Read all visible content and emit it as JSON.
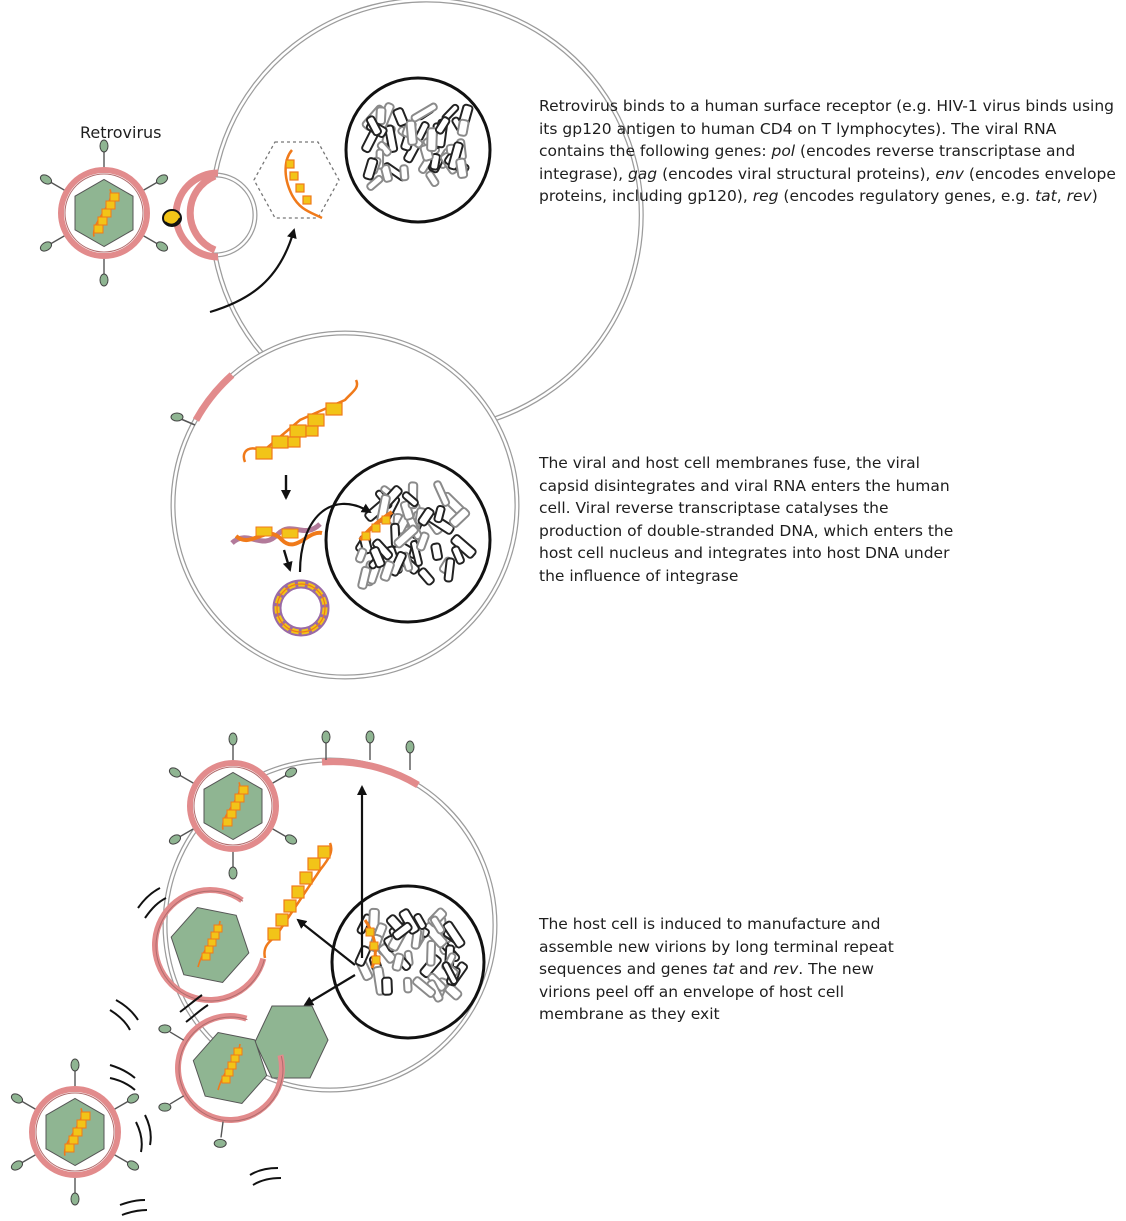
{
  "labels": {
    "retrovirus": "Retrovirus"
  },
  "captions": {
    "step1": [
      {
        "t": "Retrovirus binds to a human surface receptor (e.g. HIV-1 virus binds using its gp120 antigen to human CD4 on T lymphocytes). The viral RNA contains the following genes: "
      },
      {
        "t": "pol",
        "i": true
      },
      {
        "t": " (encodes reverse transcriptase and integrase), "
      },
      {
        "t": "gag",
        "i": true
      },
      {
        "t": " (encodes viral structural proteins), "
      },
      {
        "t": "env",
        "i": true
      },
      {
        "t": " (encodes envelope proteins, including gp120), "
      },
      {
        "t": "reg",
        "i": true
      },
      {
        "t": " (encodes regulatory genes, e.g. "
      },
      {
        "t": "tat",
        "i": true
      },
      {
        "t": ", "
      },
      {
        "t": "rev",
        "i": true
      },
      {
        "t": ")"
      }
    ],
    "step2": [
      {
        "t": "The viral and host cell membranes fuse, the viral capsid disintegrates and viral RNA enters the human cell. Viral reverse transcriptase catalyses the production of double-stranded DNA, which enters the host cell nucleus and integrates into host DNA under the influence of integrase"
      }
    ],
    "step3": [
      {
        "t": "The host cell is induced to manufacture and assemble new virions by long terminal repeat sequences and genes "
      },
      {
        "t": "tat",
        "i": true
      },
      {
        "t": " and "
      },
      {
        "t": "rev",
        "i": true
      },
      {
        "t": ". The new virions peel off an envelope of host cell membrane as they exit"
      }
    ]
  },
  "colors": {
    "capsid": "#8fb592",
    "envelope": "#e28b8c",
    "rna": "#f07a1a",
    "gene_box": "#f2c418",
    "membrane": "#9a9a9a",
    "nucleus": "#111111"
  },
  "icons": [
    "virion",
    "host-cell",
    "nucleus",
    "chromatin",
    "arrow",
    "viral-rna",
    "dna-circle"
  ]
}
